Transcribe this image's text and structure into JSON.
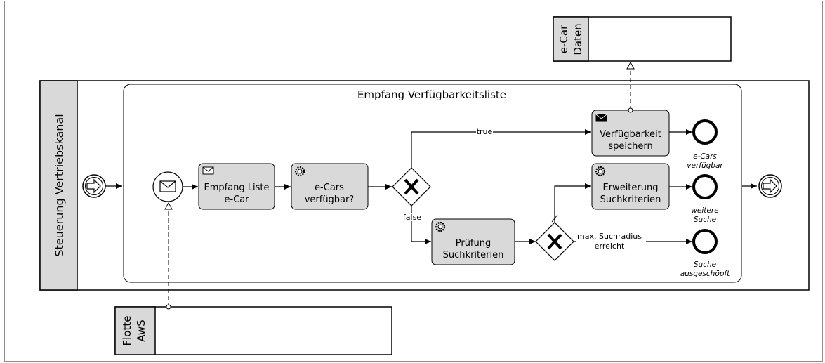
{
  "pool_main": {
    "label": "Steuerung Vertriebskanal"
  },
  "subprocess": {
    "title": "Empfang Verfügbarkeitsliste"
  },
  "pool_flotte": {
    "label_line1": "Flotte",
    "label_line2": "AwS"
  },
  "pool_ecar": {
    "label_line1": "e-Car",
    "label_line2": "Daten"
  },
  "tasks": {
    "empfang": {
      "line1": "Empfang Liste",
      "line2": "e-Car",
      "icon": "envelope-icon"
    },
    "ecars": {
      "line1": "e-Cars",
      "line2": "verfügbar?",
      "icon": "gear-icon"
    },
    "pruefung": {
      "line1": "Prüfung",
      "line2": "Suchkriterien",
      "icon": "gear-icon"
    },
    "speichern": {
      "line1": "Verfügbarkeit",
      "line2": "speichern",
      "icon": "envelope-filled-icon"
    },
    "erweiterung": {
      "line1": "Erweiterung",
      "line2": "Suchkriterien",
      "icon": "gear-icon"
    }
  },
  "flows": {
    "true_label": "true",
    "false_label": "false",
    "max_line1": "max. Suchradius",
    "max_line2": "erreicht"
  },
  "end_events": {
    "verfuegbar": {
      "line1": "e-Cars",
      "line2": "verfügbar"
    },
    "weitere": {
      "line1": "weitere",
      "line2": "Suche"
    },
    "ausgeschoepft": {
      "line1": "Suche",
      "line2": "ausgeschöpft"
    }
  },
  "colors": {
    "task_fill": "#d9d9d9",
    "pool_label_fill": "#d9d9d9",
    "stroke": "#000000"
  }
}
